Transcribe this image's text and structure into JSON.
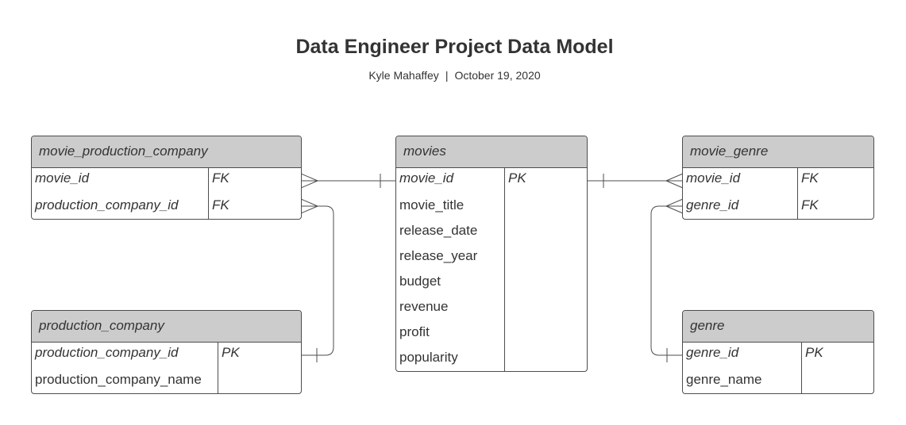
{
  "header": {
    "title": "Data Engineer Project Data Model",
    "author": "Kyle Mahaffey",
    "separator": "|",
    "date": "October 19, 2020"
  },
  "colors": {
    "header_fill": "#cccccc",
    "border": "#4d4d4d",
    "text": "#333333"
  },
  "entities": {
    "movie_production_company": {
      "name": "movie_production_company",
      "rows": [
        {
          "name": "movie_id",
          "key": "FK"
        },
        {
          "name": "production_company_id",
          "key": "FK"
        }
      ]
    },
    "production_company": {
      "name": "production_company",
      "rows": [
        {
          "name": "production_company_id",
          "key": "PK"
        },
        {
          "name": "production_company_name",
          "key": ""
        }
      ]
    },
    "movies": {
      "name": "movies",
      "rows": [
        {
          "name": "movie_id",
          "key": "PK"
        },
        {
          "name": "movie_title",
          "key": ""
        },
        {
          "name": "release_date",
          "key": ""
        },
        {
          "name": "release_year",
          "key": ""
        },
        {
          "name": "budget",
          "key": ""
        },
        {
          "name": "revenue",
          "key": ""
        },
        {
          "name": "profit",
          "key": ""
        },
        {
          "name": "popularity",
          "key": ""
        }
      ]
    },
    "movie_genre": {
      "name": "movie_genre",
      "rows": [
        {
          "name": "movie_id",
          "key": "FK"
        },
        {
          "name": "genre_id",
          "key": "FK"
        }
      ]
    },
    "genre": {
      "name": "genre",
      "rows": [
        {
          "name": "genre_id",
          "key": "PK"
        },
        {
          "name": "genre_name",
          "key": ""
        }
      ]
    }
  },
  "relationships": [
    {
      "from": "movies.movie_id",
      "to": "movie_production_company.movie_id",
      "type": "one-to-many"
    },
    {
      "from": "production_company.production_company_id",
      "to": "movie_production_company.production_company_id",
      "type": "one-to-many"
    },
    {
      "from": "movies.movie_id",
      "to": "movie_genre.movie_id",
      "type": "one-to-many"
    },
    {
      "from": "genre.genre_id",
      "to": "movie_genre.genre_id",
      "type": "one-to-many"
    }
  ]
}
